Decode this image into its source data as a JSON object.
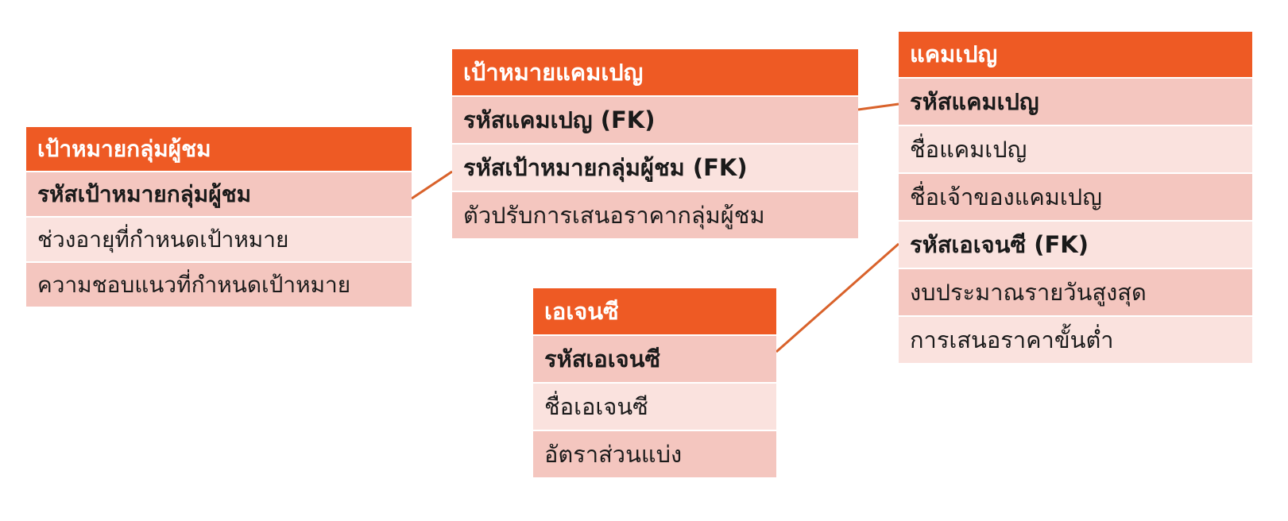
{
  "entities": {
    "audience_target": {
      "title": "เป้าหมายกลุ่มผู้ชม",
      "fields": [
        "รหัสเป้าหมายกลุ่มผู้ชม",
        "ช่วงอายุที่กำหนดเป้าหมาย",
        "ความชอบแนวที่กำหนดเป้าหมาย"
      ]
    },
    "campaign_target": {
      "title": "เป้าหมายแคมเปญ",
      "fields": [
        "รหัสแคมเปญ (FK)",
        "รหัสเป้าหมายกลุ่มผู้ชม (FK)",
        "ตัวปรับการเสนอราคากลุ่มผู้ชม"
      ]
    },
    "campaign": {
      "title": "แคมเปญ",
      "fields": [
        "รหัสแคมเปญ",
        "ชื่อแคมเปญ",
        "ชื่อเจ้าของแคมเปญ",
        "รหัสเอเจนซี (FK)",
        "งบประมาณรายวันสูงสุด",
        "การเสนอราคาขั้นต่ำ"
      ]
    },
    "agency": {
      "title": "เอเจนซี",
      "fields": [
        "รหัสเอเจนซี",
        "ชื่อเอเจนซี",
        "อัตราส่วนแบ่ง"
      ]
    }
  },
  "colors": {
    "header": "#ee5a24",
    "row_dark": "#f4c6bf",
    "row_light": "#fae2de",
    "connector": "#d9622b"
  }
}
